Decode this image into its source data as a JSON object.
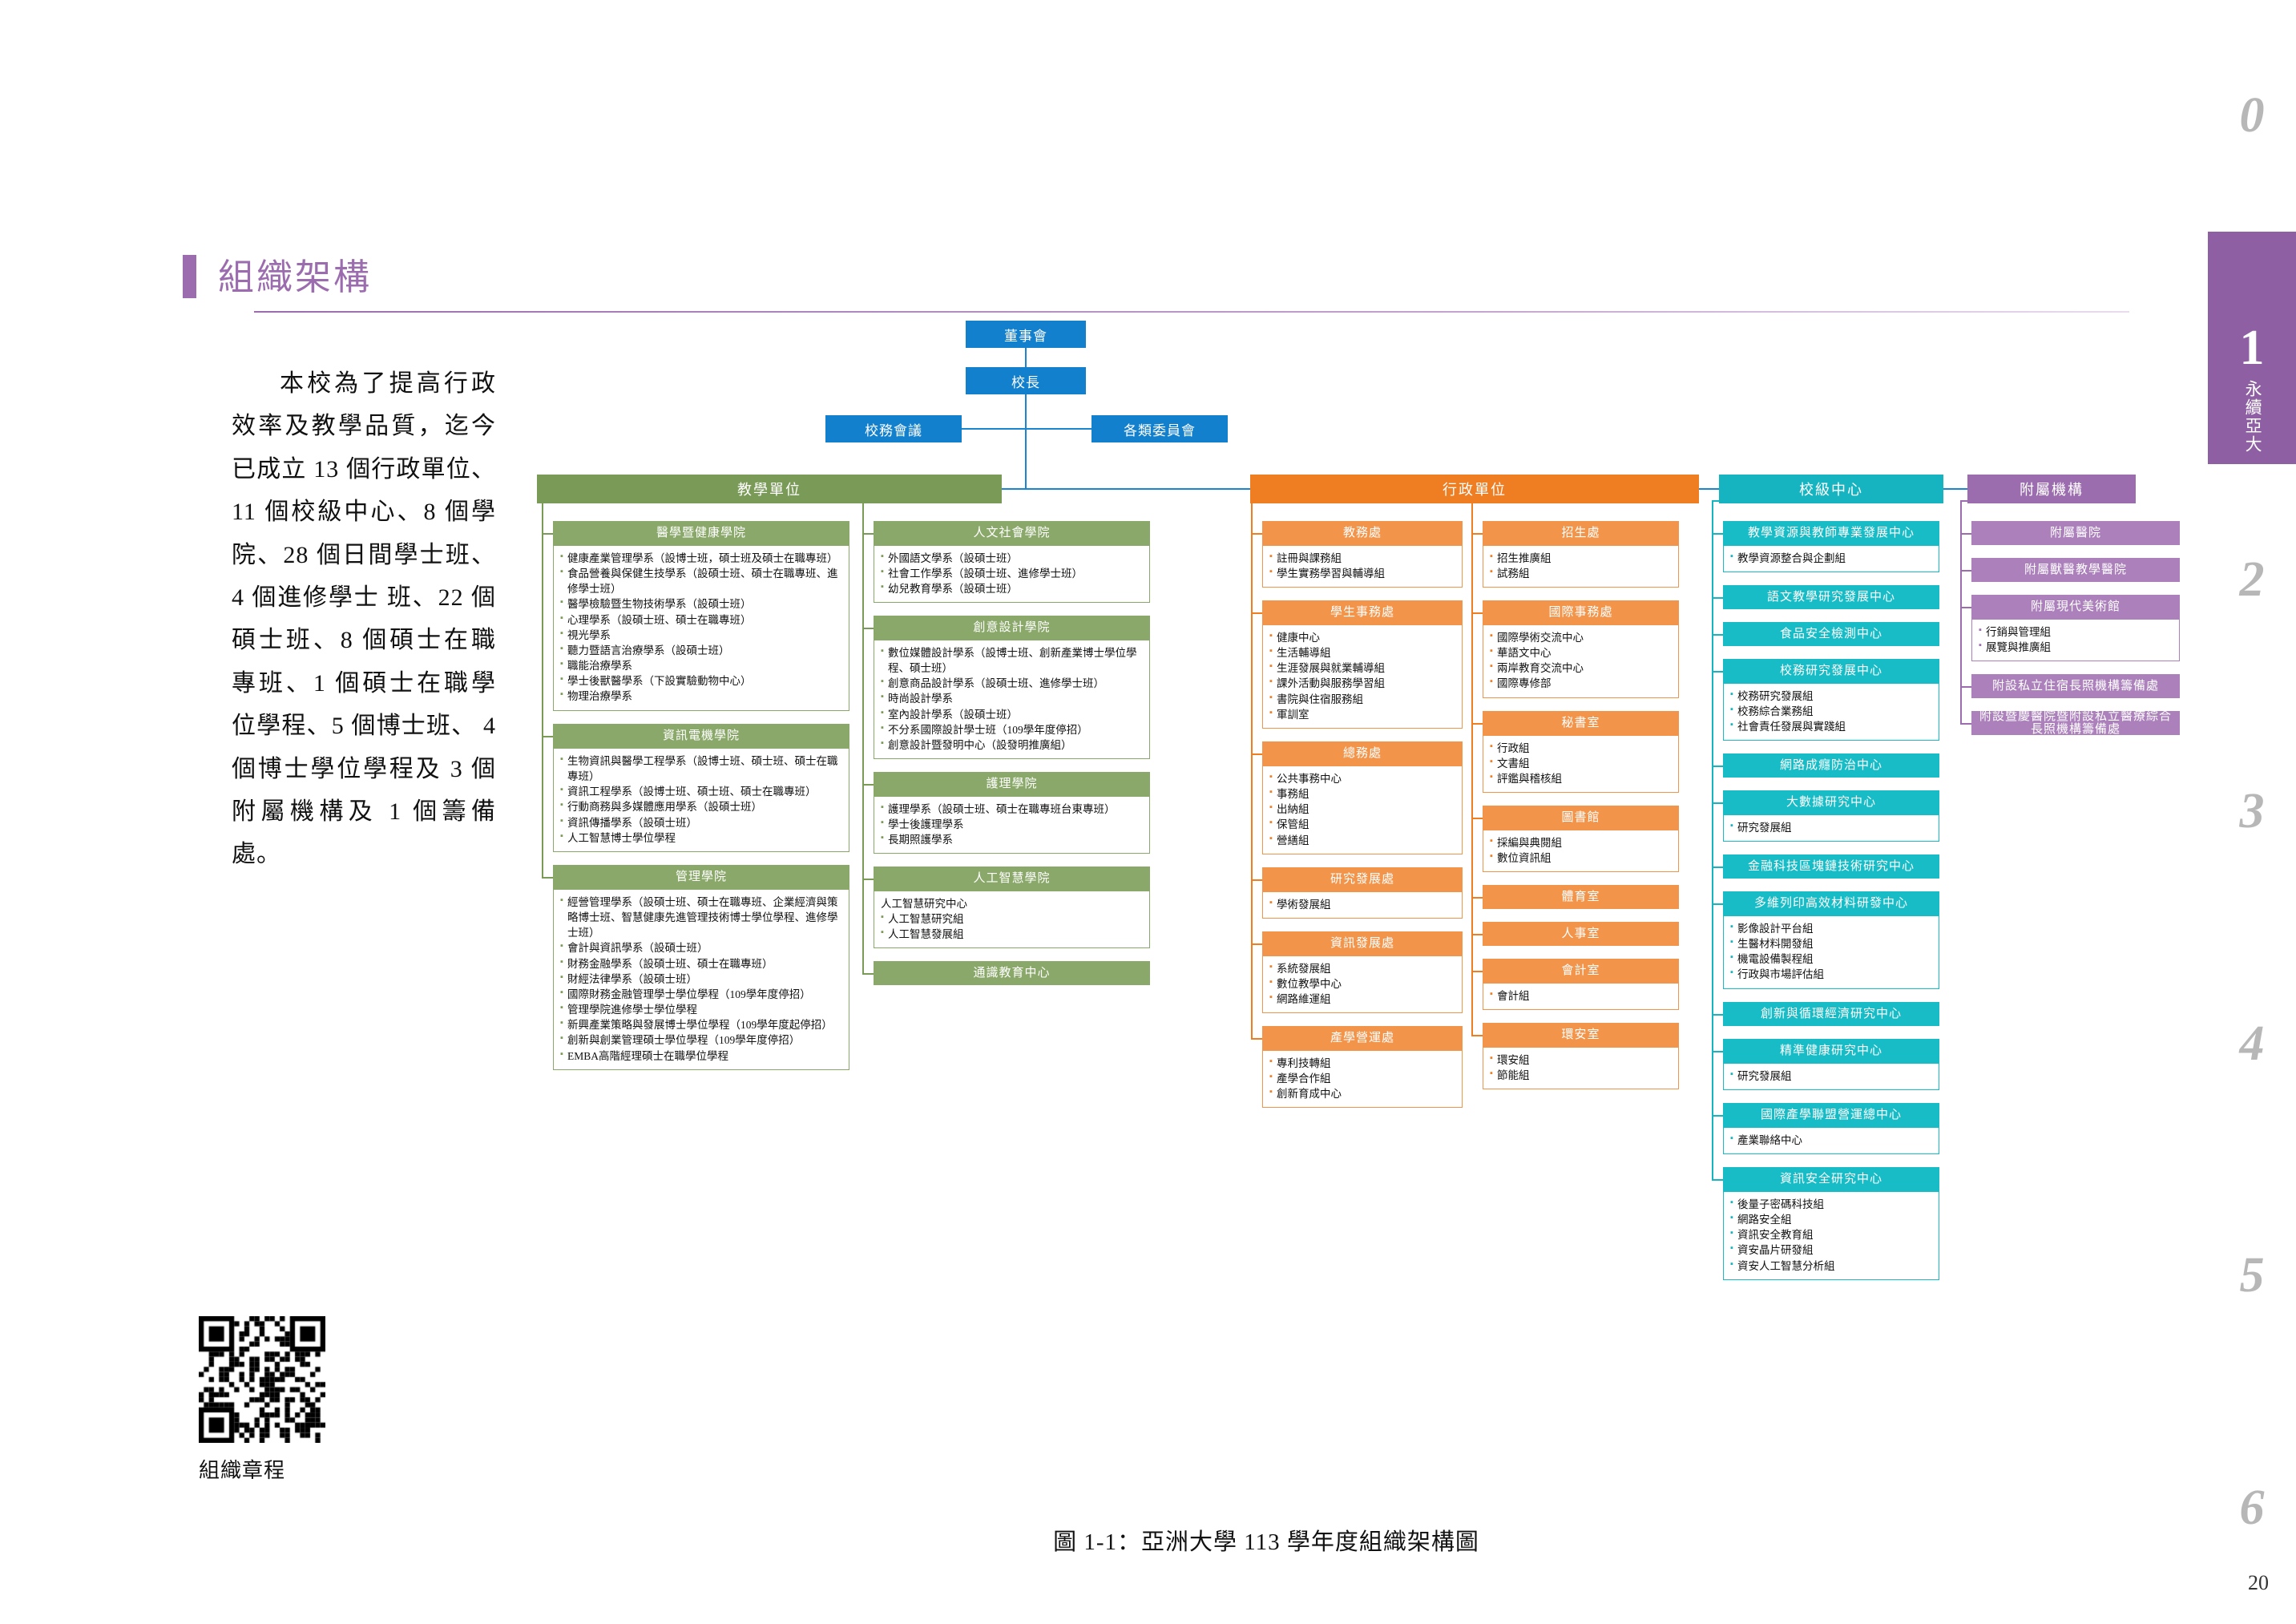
{
  "page": {
    "number": "20",
    "section_title": "組織架構",
    "figure_caption": "圖 1-1：亞洲大學 113 學年度組織架構圖",
    "qr_caption": "組織章程",
    "intro_paragraph": "本校為了提高行政效率及教學品質，迄今已成立 13 個行政單位、11 個校級中心、8 個學院、28 個日間學士班、4 個進修學士 班、22 個碩士班、8 個碩士在職專班、1 個碩士在職學位學程、5 個博士班、 4 個博士學位學程及 3 個附屬機構及 1 個籌備處。"
  },
  "sidebar": {
    "tabs": [
      "0",
      "1",
      "2",
      "3",
      "4",
      "5",
      "6"
    ],
    "active_index": 1,
    "active_label": "永續亞大"
  },
  "colors": {
    "accent_purple": "#9b6cae",
    "blue": "#1380cd",
    "green": "#7a9a58",
    "orange": "#ef7d22",
    "teal": "#16b4c0",
    "purple": "#ab80bb"
  },
  "chart_data": {
    "type": "diagram",
    "title": "亞洲大學 113 學年度組織架構圖",
    "top_nodes": {
      "board": "董事會",
      "president": "校長",
      "left_council": "校務會議",
      "right_committee": "各類委員會"
    },
    "categories": [
      {
        "id": "teaching",
        "label": "教學單位",
        "color": "green"
      },
      {
        "id": "admin",
        "label": "行政單位",
        "color": "orange"
      },
      {
        "id": "centers",
        "label": "校級中心",
        "color": "teal"
      },
      {
        "id": "affiliates",
        "label": "附屬機構",
        "color": "purple"
      }
    ],
    "columns": [
      {
        "category": "teaching",
        "color": "g",
        "units": [
          {
            "title": "醫學暨健康學院",
            "items": [
              "健康產業管理學系（設博士班，碩士班及碩士在職專班）",
              "食品營養與保健生技學系（設碩士班、碩士在職專班、進修學士班）",
              "醫學檢驗暨生物技術學系（設碩士班）",
              "心理學系（設碩士班、碩士在職專班）",
              "視光學系",
              "聽力暨語言治療學系（設碩士班）",
              "職能治療學系",
              "學士後獸醫學系（下設實驗動物中心）",
              "物理治療學系"
            ]
          },
          {
            "title": "資訊電機學院",
            "items": [
              "生物資訊與醫學工程學系（設博士班、碩士班、碩士在職專班）",
              "資訊工程學系（設博士班、碩士班、碩士在職專班）",
              "行動商務與多媒體應用學系（設碩士班）",
              "資訊傳播學系（設碩士班）",
              "人工智慧博士學位學程"
            ]
          },
          {
            "title": "管理學院",
            "items": [
              "經營管理學系（設碩士班、碩士在職專班、企業經濟與策略博士班、智慧健康先進管理技術博士學位學程、進修學士班）",
              "會計與資訊學系（設碩士班）",
              "財務金融學系（設碩士班、碩士在職專班）",
              "財經法律學系（設碩士班）",
              "國際財務金融管理學士學位學程（109學年度停招）",
              "管理學院進修學士學位學程",
              "新興產業策略與發展博士學位學程（109學年度起停招）",
              "創新與創業管理碩士學位學程（109學年度停招）",
              "EMBA高階經理碩士在職學位學程"
            ]
          }
        ]
      },
      {
        "category": "teaching",
        "color": "g",
        "units": [
          {
            "title": "人文社會學院",
            "items": [
              "外國語文學系（設碩士班）",
              "社會工作學系（設碩士班、進修學士班）",
              "幼兒教育學系（設碩士班）"
            ]
          },
          {
            "title": "創意設計學院",
            "items": [
              "數位媒體設計學系（設博士班、創新產業博士學位學程、碩士班）",
              "創意商品設計學系（設碩士班、進修學士班）",
              "時尚設計學系",
              "室內設計學系（設碩士班）",
              "不分系國際設計學士班（109學年度停招）",
              "創意設計暨發明中心（設發明推廣組）"
            ]
          },
          {
            "title": "護理學院",
            "items": [
              "護理學系（設碩士班、碩士在職專班台東專班）",
              "學士後護理學系",
              "長期照護學系"
            ]
          },
          {
            "title": "人工智慧學院",
            "plain_first": "人工智慧研究中心",
            "items": [
              "人工智慧研究組",
              "人工智慧發展組"
            ]
          },
          {
            "title": "通識教育中心",
            "items": []
          }
        ]
      },
      {
        "category": "admin",
        "color": "o",
        "units": [
          {
            "title": "教務處",
            "items": [
              "註冊與課務組",
              "學生實務學習與輔導組"
            ]
          },
          {
            "title": "學生事務處",
            "items": [
              "健康中心",
              "生活輔導組",
              "生涯發展與就業輔導組",
              "課外活動與服務學習組",
              "書院與住宿服務組",
              "軍訓室"
            ]
          },
          {
            "title": "總務處",
            "items": [
              "公共事務中心",
              "事務組",
              "出納組",
              "保管組",
              "營繕組"
            ]
          },
          {
            "title": "研究發展處",
            "items": [
              "學術發展組"
            ]
          },
          {
            "title": "資訊發展處",
            "items": [
              "系統發展組",
              "數位教學中心",
              "網路維運組"
            ]
          },
          {
            "title": "產學營運處",
            "items": [
              "專利技轉組",
              "產學合作組",
              "創新育成中心"
            ]
          }
        ]
      },
      {
        "category": "admin",
        "color": "o",
        "units": [
          {
            "title": "招生處",
            "items": [
              "招生推廣組",
              "試務組"
            ]
          },
          {
            "title": "國際事務處",
            "items": [
              "國際學術交流中心",
              "華語文中心",
              "兩岸教育交流中心",
              "國際專修部"
            ]
          },
          {
            "title": "秘書室",
            "items": [
              "行政組",
              "文書組",
              "評鑑與稽核組"
            ]
          },
          {
            "title": "圖書館",
            "items": [
              "採編與典閱組",
              "數位資訊組"
            ]
          },
          {
            "title": "體育室",
            "items": []
          },
          {
            "title": "人事室",
            "items": []
          },
          {
            "title": "會計室",
            "items": [
              "會計組"
            ]
          },
          {
            "title": "環安室",
            "items": [
              "環安組",
              "節能組"
            ]
          }
        ]
      },
      {
        "category": "centers",
        "color": "t",
        "units": [
          {
            "title": "教學資源與教師專業發展中心",
            "items": [
              "教學資源整合與企劃組"
            ]
          },
          {
            "title": "語文教學研究發展中心",
            "items": []
          },
          {
            "title": "食品安全檢測中心",
            "items": []
          },
          {
            "title": "校務研究發展中心",
            "items": [
              "校務研究發展組",
              "校務綜合業務組",
              "社會責任發展與實踐組"
            ]
          },
          {
            "title": "網路成癮防治中心",
            "items": []
          },
          {
            "title": "大數據研究中心",
            "items": [
              "研究發展組"
            ]
          },
          {
            "title": "金融科技區塊鏈技術研究中心",
            "items": []
          },
          {
            "title": "多維列印高效材料研發中心",
            "items": [
              "影像設計平台組",
              "生醫材料開發組",
              "機電設備製程組",
              "行政與市場評估組"
            ]
          },
          {
            "title": "創新與循環經濟研究中心",
            "items": []
          },
          {
            "title": "精準健康研究中心",
            "items": [
              "研究發展組"
            ]
          },
          {
            "title": "國際產學聯盟營運總中心",
            "items": [
              "產業聯絡中心"
            ]
          },
          {
            "title": "資訊安全研究中心",
            "items": [
              "後量子密碼科技組",
              "網路安全組",
              "資訊安全教育組",
              "資安晶片研發組",
              "資安人工智慧分析組"
            ]
          }
        ]
      },
      {
        "category": "affiliates",
        "color": "p",
        "units": [
          {
            "title": "附屬醫院",
            "items": []
          },
          {
            "title": "附屬獸醫教學醫院",
            "items": []
          },
          {
            "title": "附屬現代美術館",
            "items": [
              "行銷與管理組",
              "展覽與推廣組"
            ]
          },
          {
            "title": "附設私立住宿長照機構籌備處",
            "items": []
          },
          {
            "title": "附設暨慶醫院暨附設私立醫療綜合長照機構籌備處",
            "items": []
          }
        ]
      }
    ]
  }
}
